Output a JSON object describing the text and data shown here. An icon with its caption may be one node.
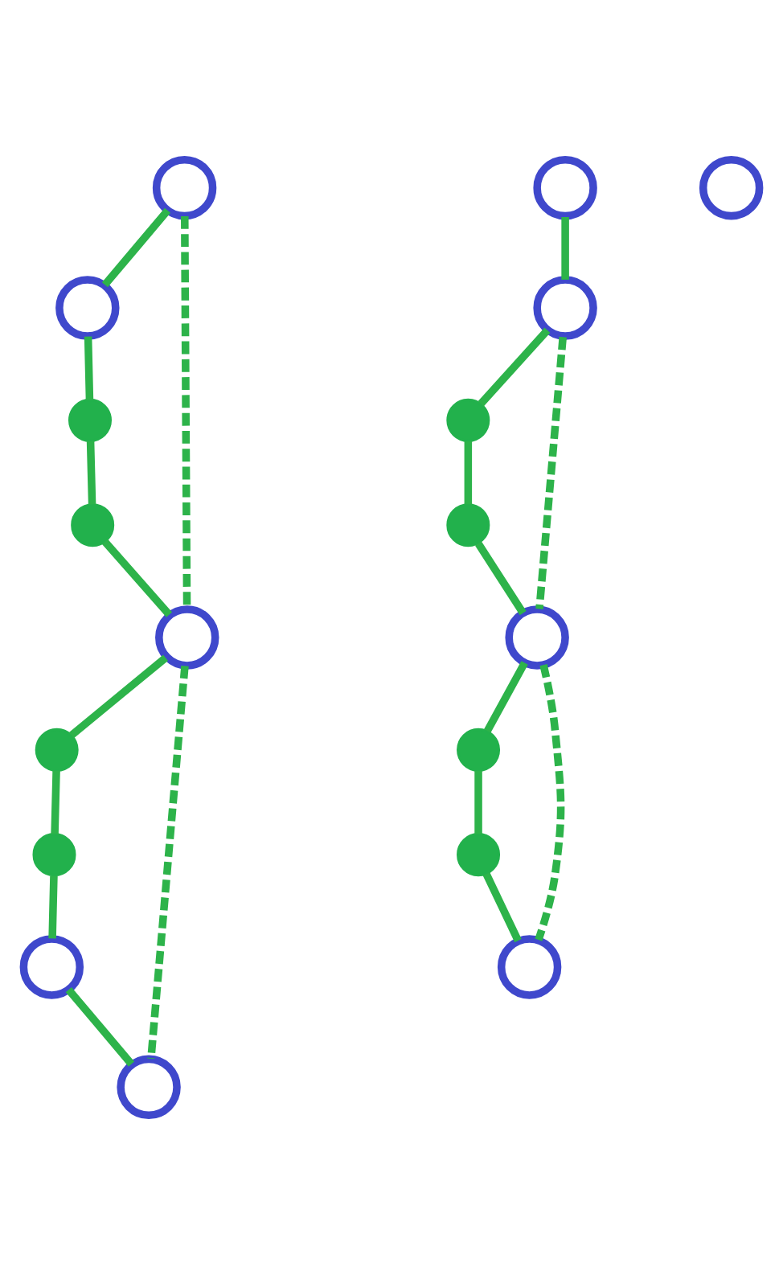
{
  "diagram": {
    "nodes": [
      {
        "text": [],
        "shape": "circle"
      },
      {
        "text": [],
        "shape": "circle"
      },
      {
        "text": [],
        "shape": "circle"
      },
      {
        "text": [],
        "shape": "circle"
      },
      {
        "text": [],
        "shape": "dot"
      },
      {
        "text": [],
        "shape": "dot"
      },
      {
        "text": [],
        "shape": "dot"
      },
      {
        "text": [],
        "shape": "dot"
      },
      {
        "text": [],
        "shape": "circle"
      },
      {
        "text": [],
        "shape": "circle"
      },
      {
        "text": [],
        "shape": "dot"
      },
      {
        "text": [],
        "shape": "dot"
      },
      {
        "text": [],
        "shape": "dot"
      },
      {
        "text": [],
        "shape": "dot"
      },
      {
        "text": [],
        "shape": "circle"
      },
      {
        "text": [],
        "shape": "circle"
      },
      {
        "text": [],
        "shape": "circle"
      },
      {
        "text": [],
        "shape": "circle"
      }
    ],
    "edges": [
      {
        "from": 1,
        "to": 2,
        "arrow": "none",
        "color": "#2db34a"
      },
      {
        "from": 2,
        "to": 4,
        "arrow": "none",
        "color": "#2db34a"
      },
      {
        "from": 4,
        "to": 6,
        "arrow": "none",
        "color": "#2db34a"
      },
      {
        "from": 6,
        "to": 9,
        "arrow": "none",
        "color": "#2db34a"
      },
      {
        "from": 9,
        "to": 11,
        "arrow": "none",
        "color": "#2db34a"
      },
      {
        "from": 11,
        "to": 13,
        "arrow": "none",
        "color": "#2db34a"
      },
      {
        "from": 13,
        "to": 15,
        "arrow": "none",
        "color": "#2db34a"
      },
      {
        "from": 2,
        "to": 9,
        "arrow": "none",
        "style": "dashed",
        "color": "#2db34a"
      },
      {
        "from": 9,
        "to": 15,
        "arrow": "none",
        "style": "dashed",
        "color": "#2db34a"
      },
      {
        "from": 0,
        "to": 3,
        "arrow": "none",
        "color": "#2db34a"
      },
      {
        "from": 3,
        "to": 5,
        "arrow": "none",
        "color": "#2db34a"
      },
      {
        "from": 5,
        "to": 7,
        "arrow": "none",
        "color": "#2db34a"
      },
      {
        "from": 7,
        "to": 8,
        "arrow": "none",
        "color": "#2db34a"
      },
      {
        "from": 8,
        "to": 10,
        "arrow": "none",
        "color": "#2db34a"
      },
      {
        "from": 10,
        "to": 12,
        "arrow": "none",
        "color": "#2db34a"
      },
      {
        "from": 12,
        "to": 14,
        "arrow": "none",
        "color": "#2db34a"
      },
      {
        "from": 14,
        "to": 16,
        "arrow": "none",
        "color": "#2db34a"
      },
      {
        "from": 0,
        "to": 8,
        "arrow": "none",
        "style": "dashed",
        "color": "#2db34a"
      },
      {
        "from": 8,
        "to": 16,
        "arrow": "none",
        "style": "dashed",
        "color": "#2db34a"
      }
    ]
  }
}
